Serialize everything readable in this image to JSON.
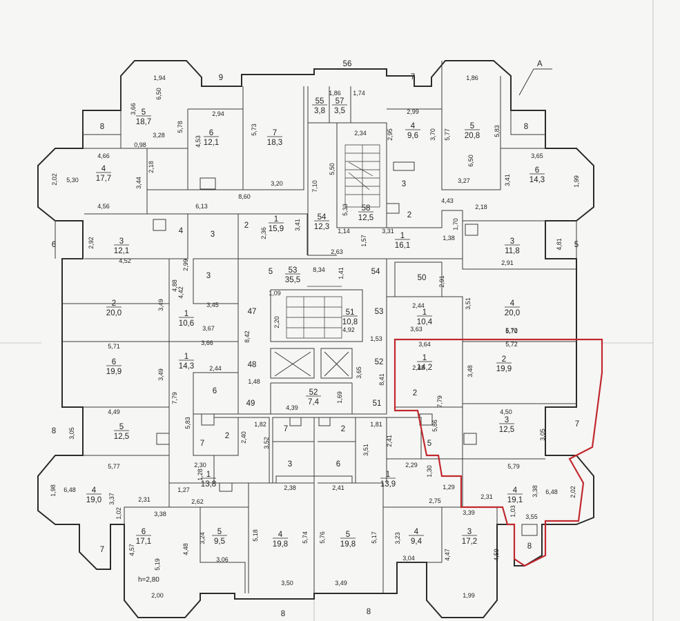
{
  "section_marker": "A",
  "ceiling_height": "h=2,80",
  "highlight_color": "#c0282e",
  "rooms": [
    {
      "num": "5",
      "area": "18,7"
    },
    {
      "num": "6",
      "area": "12,1"
    },
    {
      "num": "7",
      "area": "18,3"
    },
    {
      "num": "55",
      "area": "3,8"
    },
    {
      "num": "57",
      "area": "3,5"
    },
    {
      "num": "4",
      "area": "9,6"
    },
    {
      "num": "5",
      "area": "20,8"
    },
    {
      "num": "4",
      "area": "17,7"
    },
    {
      "num": "6",
      "area": "14,3"
    },
    {
      "num": "54",
      "area": "12,3"
    },
    {
      "num": "58",
      "area": "12,5"
    },
    {
      "num": "1",
      "area": "15,9"
    },
    {
      "num": "1",
      "area": "16,1"
    },
    {
      "num": "3",
      "area": "12,1"
    },
    {
      "num": "3",
      "area": "11,8"
    },
    {
      "num": "53",
      "area": "35,5"
    },
    {
      "num": "2",
      "area": "20,0"
    },
    {
      "num": "4",
      "area": "20,0"
    },
    {
      "num": "1",
      "area": "10,6"
    },
    {
      "num": "51",
      "area": "10,8"
    },
    {
      "num": "1",
      "area": "10,4"
    },
    {
      "num": "6",
      "area": "19,9"
    },
    {
      "num": "1",
      "area": "14,3"
    },
    {
      "num": "1",
      "area": "14,2"
    },
    {
      "num": "2",
      "area": "19,9"
    },
    {
      "num": "52",
      "area": "7,4"
    },
    {
      "num": "5",
      "area": "12,5"
    },
    {
      "num": "3",
      "area": "12,5"
    },
    {
      "num": "4",
      "area": "19,0"
    },
    {
      "num": "1",
      "area": "13,8"
    },
    {
      "num": "1",
      "area": "13,9"
    },
    {
      "num": "4",
      "area": "19,1"
    },
    {
      "num": "6",
      "area": "17,1"
    },
    {
      "num": "5",
      "area": "9,5"
    },
    {
      "num": "4",
      "area": "19,8"
    },
    {
      "num": "5",
      "area": "19,8"
    },
    {
      "num": "4",
      "area": "9,4"
    },
    {
      "num": "3",
      "area": "17,2"
    }
  ],
  "small_labels": [
    "56",
    "9",
    "7",
    "8",
    "8",
    "6",
    "5",
    "4",
    "3",
    "2",
    "3",
    "2",
    "3",
    "5",
    "54",
    "47",
    "53",
    "48",
    "52",
    "49",
    "51",
    "50",
    "2",
    "6",
    "2",
    "7",
    "2",
    "7",
    "3",
    "6",
    "5",
    "8",
    "7",
    "7",
    "8",
    "8",
    "8"
  ],
  "dims": [
    "1,94",
    "6,50",
    "3,66",
    "3,28",
    "0,98",
    "5,78",
    "2,94",
    "4,53",
    "5,73",
    "3,20",
    "1,86",
    "1,74",
    "2,34",
    "2,99",
    "2,95",
    "3,70",
    "5,77",
    "5,83",
    "1,86",
    "6,50",
    "3,27",
    "4,66",
    "2,18",
    "2,02",
    "5,30",
    "3,44",
    "4,56",
    "8,60",
    "3,65",
    "3,41",
    "1,99",
    "6,13",
    "7,10",
    "5,50",
    "5,33",
    "4,43",
    "2,18",
    "3,41",
    "2,36",
    "1,14",
    "2,63",
    "3,31",
    "1,57",
    "1,70",
    "1,38",
    "2,92",
    "4,52",
    "2,99",
    "4,88",
    "8,34",
    "1,41",
    "2,91",
    "4,81",
    "2,91",
    "4,42",
    "1,09",
    "3,45",
    "3,49",
    "3,67",
    "2,20",
    "4,92",
    "2,44",
    "3,51",
    "3,63",
    "5,72",
    "3,66",
    "8,42",
    "1,53",
    "5,70",
    "5,71",
    "3,64",
    "5,72",
    "3,49",
    "2,44",
    "2,42",
    "3,48",
    "3,65",
    "8,41",
    "1,48",
    "1,69",
    "7,79",
    "4,39",
    "7,79",
    "4,49",
    "5,83",
    "1,82",
    "1,81",
    "5,86",
    "4,50",
    "3,05",
    "3,05",
    "2,40",
    "3,52",
    "3,51",
    "2,41",
    "2,30",
    "2,29",
    "5,77",
    "1,28",
    "1,30",
    "5,79",
    "1,98",
    "6,48",
    "3,37",
    "1,27",
    "2,38",
    "2,41",
    "1,29",
    "2,62",
    "2,31",
    "1,02",
    "2,75",
    "6,48",
    "3,38",
    "2,31",
    "2,02",
    "3,38",
    "1,03",
    "3,55",
    "3,24",
    "5,18",
    "5,74",
    "5,76",
    "5,17",
    "3,23",
    "3,39",
    "4,57",
    "4,48",
    "5,19",
    "3,06",
    "3,04",
    "4,47",
    "4,59",
    "2,00",
    "3,50",
    "3,49",
    "1,99"
  ]
}
